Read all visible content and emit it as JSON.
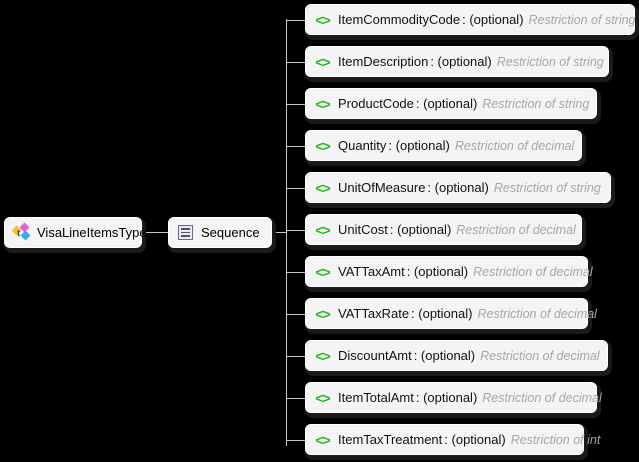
{
  "diagram": {
    "background_color": "#000000",
    "line_color": "#c8c8c8",
    "box_fill": "#f4f4f4",
    "type_text_color": "#a6a6a6",
    "element_icon_color": "#22bb22"
  },
  "root": {
    "label": "VisaLineItemsType",
    "icon": "complex-type-icon"
  },
  "compositor": {
    "label": "Sequence",
    "icon": "sequence-icon"
  },
  "elements": [
    {
      "name": "ItemCommodityCode",
      "occurrence": ": (optional)",
      "type": "Restriction of string",
      "icon": "element-icon"
    },
    {
      "name": "ItemDescription",
      "occurrence": ": (optional)",
      "type": "Restriction of string",
      "icon": "element-icon"
    },
    {
      "name": "ProductCode",
      "occurrence": ": (optional)",
      "type": "Restriction of string",
      "icon": "element-icon"
    },
    {
      "name": "Quantity",
      "occurrence": ": (optional)",
      "type": "Restriction of decimal",
      "icon": "element-icon"
    },
    {
      "name": "UnitOfMeasure",
      "occurrence": ": (optional)",
      "type": "Restriction of string",
      "icon": "element-icon"
    },
    {
      "name": "UnitCost",
      "occurrence": ": (optional)",
      "type": "Restriction of decimal",
      "icon": "element-icon"
    },
    {
      "name": "VATTaxAmt",
      "occurrence": ": (optional)",
      "type": "Restriction of decimal",
      "icon": "element-icon"
    },
    {
      "name": "VATTaxRate",
      "occurrence": ": (optional)",
      "type": "Restriction of decimal",
      "icon": "element-icon"
    },
    {
      "name": "DiscountAmt",
      "occurrence": ": (optional)",
      "type": "Restriction of decimal",
      "icon": "element-icon"
    },
    {
      "name": "ItemTotalAmt",
      "occurrence": ": (optional)",
      "type": "Restriction of decimal",
      "icon": "element-icon"
    },
    {
      "name": "ItemTaxTreatment",
      "occurrence": ": (optional)",
      "type": "Restriction of int",
      "icon": "element-icon"
    }
  ]
}
